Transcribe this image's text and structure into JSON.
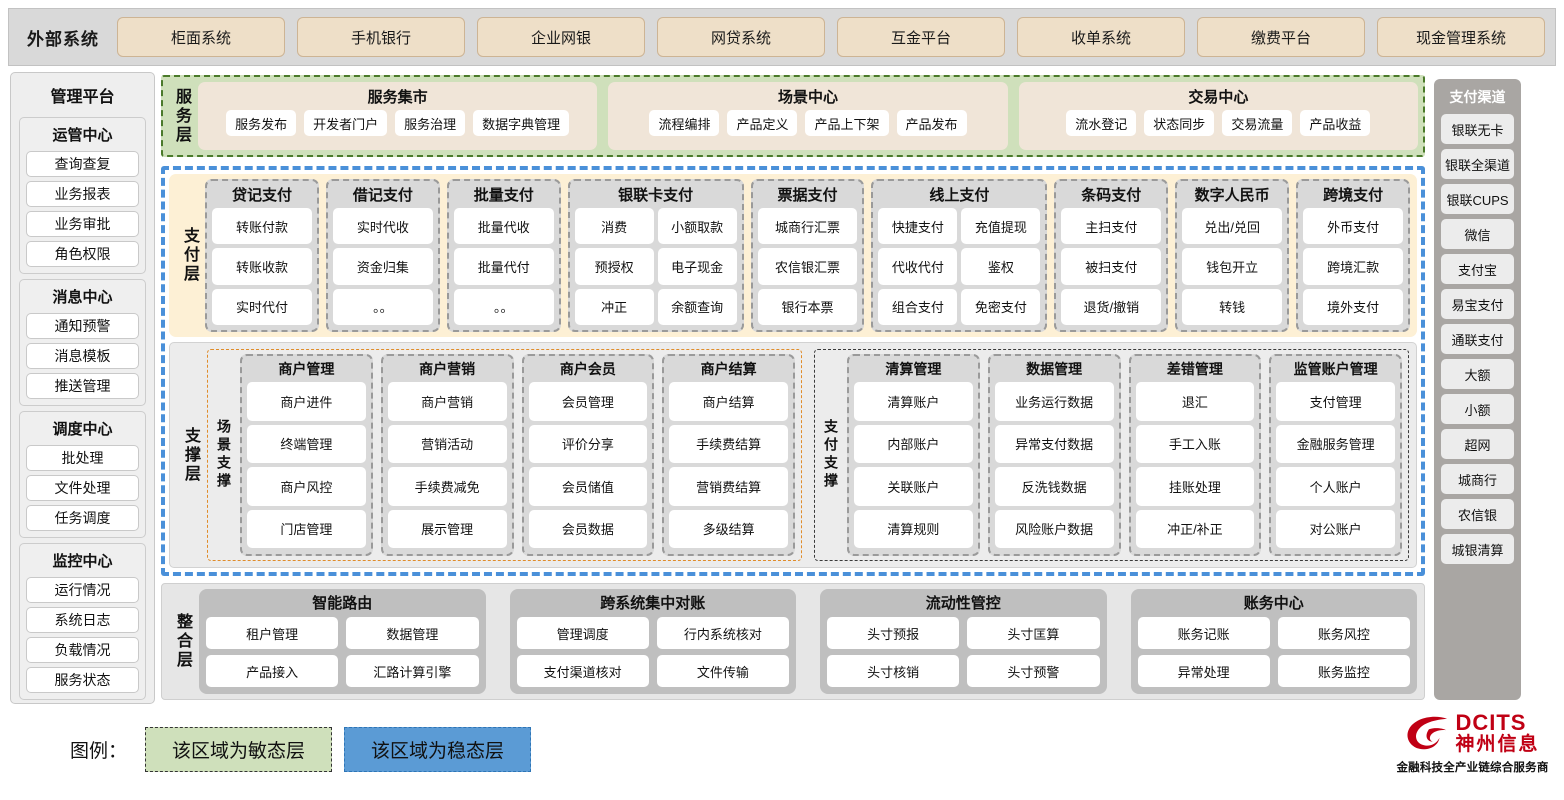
{
  "external": {
    "title": "外部系统",
    "items": [
      "柜面系统",
      "手机银行",
      "企业网银",
      "网贷系统",
      "互金平台",
      "收单系统",
      "缴费平台",
      "现金管理系统"
    ]
  },
  "admin": {
    "title": "管理平台",
    "groups": [
      {
        "title": "运管中心",
        "items": [
          "查询查复",
          "业务报表",
          "业务审批",
          "角色权限"
        ]
      },
      {
        "title": "消息中心",
        "items": [
          "通知预警",
          "消息模板",
          "推送管理"
        ]
      },
      {
        "title": "调度中心",
        "items": [
          "批处理",
          "文件处理",
          "任务调度"
        ]
      },
      {
        "title": "监控中心",
        "items": [
          "运行情况",
          "系统日志",
          "负载情况",
          "服务状态"
        ]
      }
    ]
  },
  "channels": {
    "title": "支付渠道",
    "items": [
      "银联无卡",
      "银联全渠道",
      "银联CUPS",
      "微信",
      "支付宝",
      "易宝支付",
      "通联支付",
      "大额",
      "小额",
      "超网",
      "城商行",
      "农信银",
      "城银清算"
    ]
  },
  "service_layer": {
    "label": "服务层",
    "groups": [
      {
        "title": "服务集市",
        "items": [
          "服务发布",
          "开发者门户",
          "服务治理",
          "数据字典管理"
        ]
      },
      {
        "title": "场景中心",
        "items": [
          "流程编排",
          "产品定义",
          "产品上下架",
          "产品发布"
        ]
      },
      {
        "title": "交易中心",
        "items": [
          "流水登记",
          "状态同步",
          "交易流量",
          "产品收益"
        ]
      }
    ]
  },
  "payment_layer": {
    "label": "支付层",
    "columns": [
      {
        "title": "贷记支付",
        "cols": 1,
        "items": [
          "转账付款",
          "转账收款",
          "实时代付"
        ]
      },
      {
        "title": "借记支付",
        "cols": 1,
        "items": [
          "实时代收",
          "资金归集",
          "。。"
        ]
      },
      {
        "title": "批量支付",
        "cols": 1,
        "items": [
          "批量代收",
          "批量代付",
          "。。"
        ]
      },
      {
        "title": "银联卡支付",
        "cols": 2,
        "items": [
          "消费",
          "小额取款",
          "预授权",
          "电子现金",
          "冲正",
          "余额查询"
        ]
      },
      {
        "title": "票据支付",
        "cols": 1,
        "items": [
          "城商行汇票",
          "农信银汇票",
          "银行本票"
        ]
      },
      {
        "title": "线上支付",
        "cols": 2,
        "items": [
          "快捷支付",
          "充值提现",
          "代收代付",
          "鉴权",
          "组合支付",
          "免密支付"
        ]
      },
      {
        "title": "条码支付",
        "cols": 1,
        "items": [
          "主扫支付",
          "被扫支付",
          "退货/撤销"
        ]
      },
      {
        "title": "数字人民币",
        "cols": 1,
        "items": [
          "兑出/兑回",
          "钱包开立",
          "转钱"
        ]
      },
      {
        "title": "跨境支付",
        "cols": 1,
        "items": [
          "外币支付",
          "跨境汇款",
          "境外支付"
        ]
      }
    ]
  },
  "support_layer": {
    "label": "支撑层",
    "areas": [
      {
        "label": "场景支撑",
        "columns": [
          {
            "title": "商户管理",
            "items": [
              "商户进件",
              "终端管理",
              "商户风控",
              "门店管理"
            ]
          },
          {
            "title": "商户营销",
            "items": [
              "商户营销",
              "营销活动",
              "手续费减免",
              "展示管理"
            ]
          },
          {
            "title": "商户会员",
            "items": [
              "会员管理",
              "评价分享",
              "会员储值",
              "会员数据"
            ]
          },
          {
            "title": "商户结算",
            "items": [
              "商户结算",
              "手续费结算",
              "营销费结算",
              "多级结算"
            ]
          }
        ]
      },
      {
        "label": "支付支撑",
        "columns": [
          {
            "title": "清算管理",
            "items": [
              "清算账户",
              "内部账户",
              "关联账户",
              "清算规则"
            ]
          },
          {
            "title": "数据管理",
            "items": [
              "业务运行数据",
              "异常支付数据",
              "反洗钱数据",
              "风险账户数据"
            ]
          },
          {
            "title": "差错管理",
            "items": [
              "退汇",
              "手工入账",
              "挂账处理",
              "冲正/补正"
            ]
          },
          {
            "title": "监管账户管理",
            "items": [
              "支付管理",
              "金融服务管理",
              "个人账户",
              "对公账户"
            ]
          }
        ]
      }
    ]
  },
  "integration_layer": {
    "label": "整合层",
    "groups": [
      {
        "title": "智能路由",
        "items": [
          "租户管理",
          "数据管理",
          "产品接入",
          "汇路计算引擎"
        ]
      },
      {
        "title": "跨系统集中对账",
        "items": [
          "管理调度",
          "行内系统核对",
          "支付渠道核对",
          "文件传输"
        ]
      },
      {
        "title": "流动性管控",
        "items": [
          "头寸预报",
          "头寸匡算",
          "头寸核销",
          "头寸预警"
        ]
      },
      {
        "title": "账务中心",
        "items": [
          "账务记账",
          "账务风控",
          "异常处理",
          "账务监控"
        ]
      }
    ]
  },
  "legend": {
    "label": "图例：",
    "agile": "该区域为敏态层",
    "stable": "该区域为稳态层",
    "agile_color": "#cfe0bb",
    "stable_color": "#5b9bd5"
  },
  "logo": {
    "en": "DCITS",
    "cn": "神州信息",
    "tagline": "金融科技全产业链综合服务商",
    "color": "#c00014"
  }
}
